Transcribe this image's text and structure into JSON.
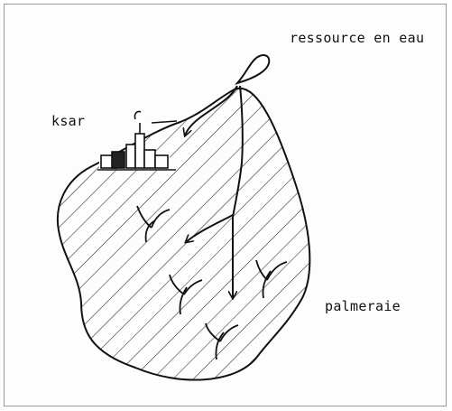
{
  "labels": {
    "water_resource": "ressource en eau",
    "ksar": "ksar",
    "palm_grove": "palmeraie"
  },
  "colors": {
    "ink": "#111111",
    "frame": "#9a9a9a"
  }
}
